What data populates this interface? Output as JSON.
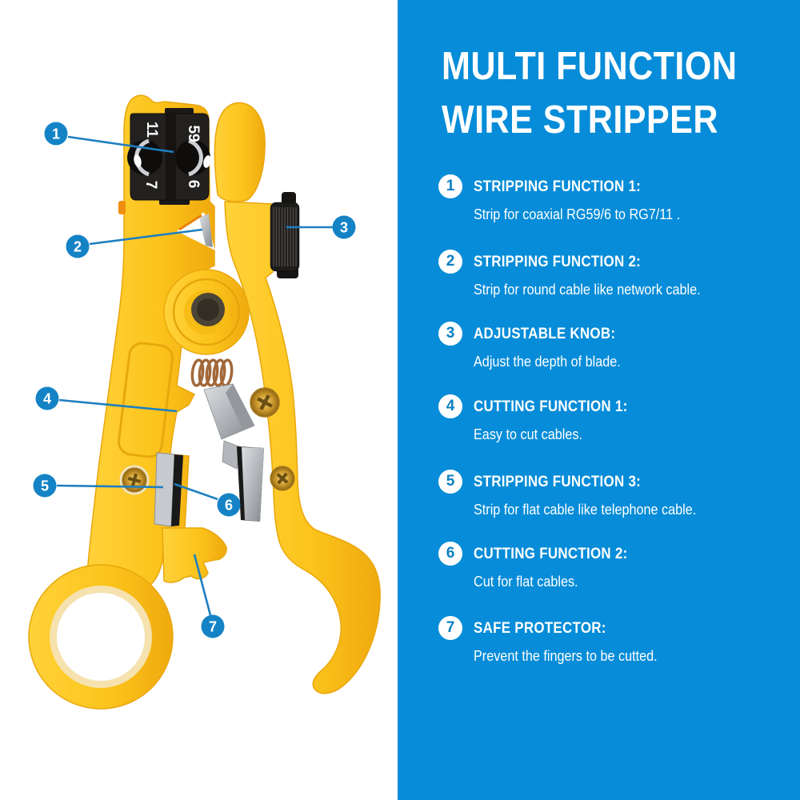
{
  "colors": {
    "panel_blue": "#068cd8",
    "callout_blue": "#1483c6",
    "tool_yellow": "#fcc41c",
    "tool_yellow_dark": "#e8a70c",
    "text_white": "#ffffff"
  },
  "panel": {
    "title_line1": "MULTI FUNCTION",
    "title_line2": "WIRE STRIPPER",
    "items": [
      {
        "num": "1",
        "heading": "STRIPPING FUNCTION 1:",
        "desc": "Strip for coaxial RG59/6 to RG7/11 ."
      },
      {
        "num": "2",
        "heading": "STRIPPING FUNCTION 2:",
        "desc": "Strip for round cable like network cable."
      },
      {
        "num": "3",
        "heading": "ADJUSTABLE KNOB:",
        "desc": "Adjust the depth of blade."
      },
      {
        "num": "4",
        "heading": "CUTTING FUNCTION 1:",
        "desc": "Easy to cut cables."
      },
      {
        "num": "5",
        "heading": "STRIPPING FUNCTION 3:",
        "desc": "Strip for flat cable like telephone cable."
      },
      {
        "num": "6",
        "heading": "CUTTING FUNCTION 2:",
        "desc": "Cut for flat cables."
      },
      {
        "num": "7",
        "heading": "SAFE PROTECTOR:",
        "desc": "Prevent the fingers to be cutted."
      }
    ]
  },
  "tool": {
    "callouts": [
      "1",
      "2",
      "3",
      "4",
      "5",
      "6",
      "7"
    ],
    "cassette_labels": [
      "11",
      "59",
      "7",
      "6"
    ]
  }
}
